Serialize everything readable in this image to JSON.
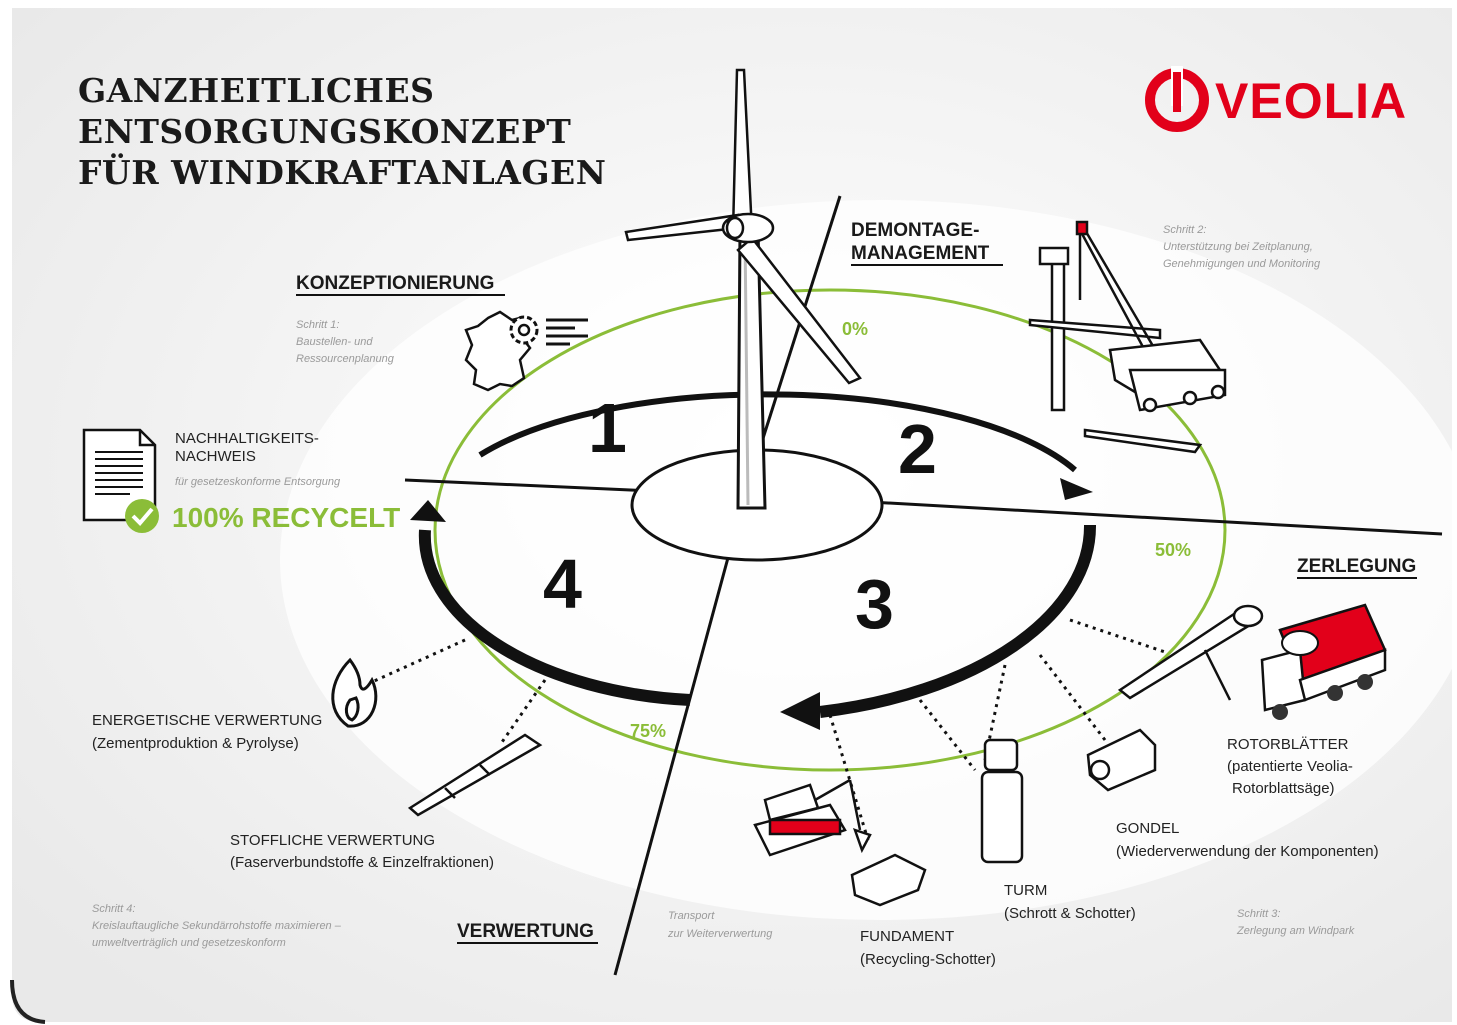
{
  "title": {
    "line1": "GANZHEITLICHES",
    "line2": "ENTSORGUNGSKONZEPT",
    "line3": "FÜR WINDKRAFTANLAGEN"
  },
  "brand": {
    "name": "VEOLIA",
    "color": "#e2001a"
  },
  "colors": {
    "accent_green": "#8bbd38",
    "text": "#1a1a1a",
    "note": "#9a9a9a"
  },
  "steps": {
    "n1": "1",
    "n2": "2",
    "n3": "3",
    "n4": "4"
  },
  "phases": {
    "konzeption": {
      "heading": "KONZEPTIONIERUNG",
      "note1": "Schritt 1:",
      "note2": "Baustellen- und",
      "note3": "Ressourcenplanung"
    },
    "demontage": {
      "heading1": "DEMONTAGE-",
      "heading2": "MANAGEMENT",
      "note1": "Schritt 2:",
      "note2": "Unterstützung bei Zeitplanung,",
      "note3": "Genehmigungen und Monitoring"
    },
    "zerlegung": {
      "heading": "ZERLEGUNG",
      "note1": "Schritt 3:",
      "note2": "Zerlegung am Windpark"
    },
    "verwertung": {
      "heading": "VERWERTUNG",
      "note1": "Schritt 4:",
      "note2": "Kreislauftaugliche Sekundärrohstoffe maximieren –",
      "note3": "umweltverträglich und gesetzeskonform"
    }
  },
  "percentages": {
    "p0": "0%",
    "p50": "50%",
    "p75": "75%"
  },
  "nachweis": {
    "line1": "NACHHALTIGKEITS-",
    "line2": "NACHWEIS",
    "note": "für gesetzeskonforme Entsorgung",
    "recycled": "100% RECYCELT"
  },
  "components": {
    "rotor": {
      "line1": "ROTORBLÄTTER",
      "line2": "(patentierte Veolia-",
      "line3": "Rotorblattsäge)"
    },
    "gondel": {
      "line1": "GONDEL",
      "line2": "(Wiederverwendung der Komponenten)"
    },
    "turm": {
      "line1": "TURM",
      "line2": "(Schrott & Schotter)"
    },
    "fundament": {
      "line1": "FUNDAMENT",
      "line2": "(Recycling-Schotter)"
    },
    "transport": {
      "line1": "Transport",
      "line2": "zur Weiterverwertung"
    }
  },
  "verwertung_items": {
    "energetisch": {
      "line1": "ENERGETISCHE VERWERTUNG",
      "line2": "(Zementproduktion & Pyrolyse)"
    },
    "stofflich": {
      "line1": "STOFFLICHE VERWERTUNG",
      "line2": "(Faserverbundstoffe & Einzelfraktionen)"
    }
  },
  "icons": [
    "germany-map-icon",
    "gear-icon",
    "document-icon",
    "check-icon",
    "flame-icon",
    "crane-icon",
    "truck-icon",
    "excavator-icon",
    "wind-turbine-icon"
  ]
}
